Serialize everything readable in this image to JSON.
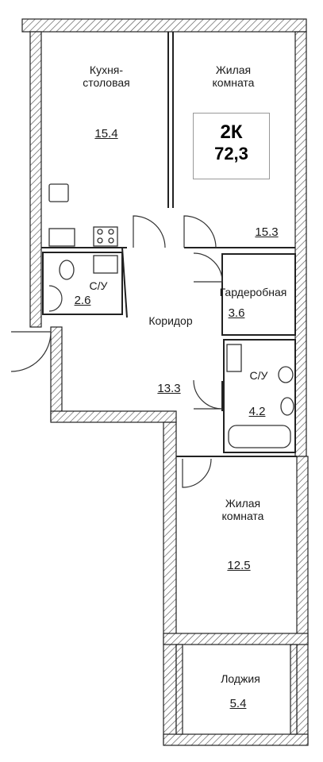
{
  "summary": {
    "rooms": "2К",
    "total_area": "72,3"
  },
  "rooms": [
    {
      "id": "kitchen",
      "label": "Кухня-\nстоловая",
      "area": "15.4"
    },
    {
      "id": "living1",
      "label": "Жилая\nкомната",
      "area": "15.3"
    },
    {
      "id": "bath1",
      "label": "С/У",
      "area": "2.6"
    },
    {
      "id": "corridor",
      "label": "Коридор",
      "area": "13.3"
    },
    {
      "id": "wardrobe",
      "label": "Гардеробная",
      "area": "3.6"
    },
    {
      "id": "bath2",
      "label": "С/У",
      "area": "4.2"
    },
    {
      "id": "living2",
      "label": "Жилая\nкомната",
      "area": "12.5"
    },
    {
      "id": "loggia",
      "label": "Лоджия",
      "area": "5.4"
    }
  ],
  "colors": {
    "wall_fill": "#ffffff",
    "wall_line": "#222222",
    "hatch": "#555555",
    "fixture": "#333333"
  }
}
